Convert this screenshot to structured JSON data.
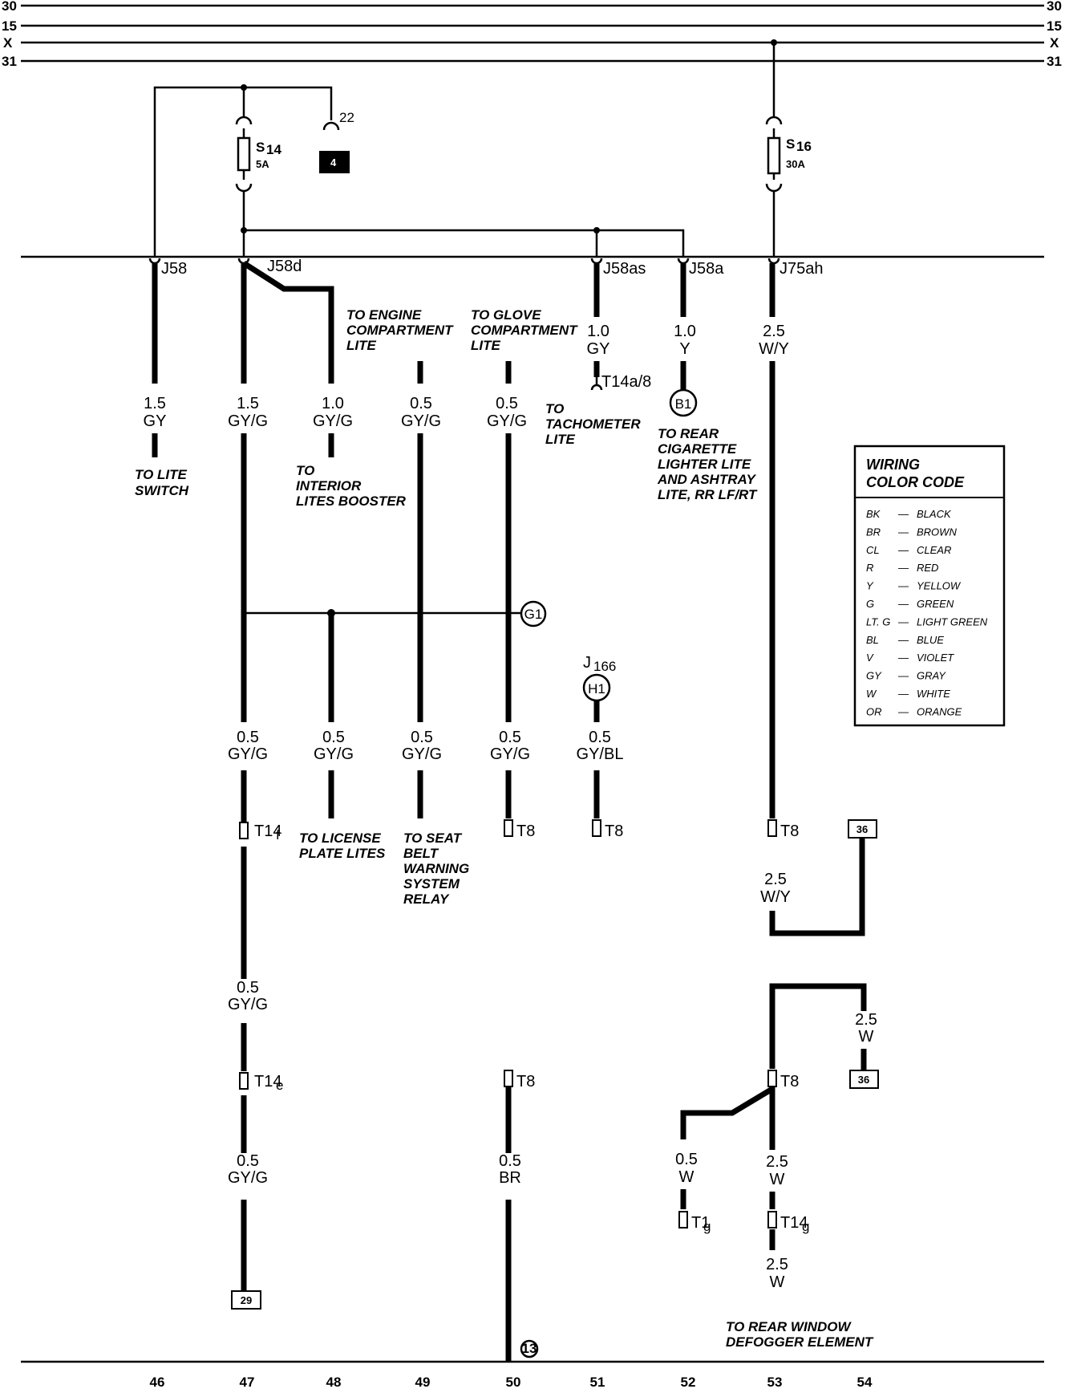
{
  "bus_lines": [
    {
      "label": "30"
    },
    {
      "label": "15"
    },
    {
      "label": "X"
    },
    {
      "label": "31"
    }
  ],
  "fuses": [
    {
      "name": "S",
      "sub": "14",
      "rating": "5A"
    },
    {
      "name": "S",
      "sub": "16",
      "rating": "30A"
    }
  ],
  "ref_boxes": {
    "black_box": "4",
    "terminal_22": "22",
    "box_36_a": "36",
    "box_36_b": "36",
    "box_29": "29"
  },
  "connectors": {
    "j58": "J58",
    "j58d": "J58d",
    "j58as": "J58as",
    "j58a": "J58a",
    "j75ah": "J75ah",
    "t14a8": "T14a/8",
    "t14f": "T14",
    "t14f_sub": "f",
    "t14e": "T14",
    "t14e_sub": "e",
    "t8": "T8",
    "t1g": "T1",
    "t1g_sub": "g",
    "t14g": "T14",
    "t14g_sub": "g",
    "j166": "J",
    "j166_sub": "166"
  },
  "circles": {
    "b1": "B1",
    "g1": "G1",
    "h1": "H1",
    "c13": "13"
  },
  "wire_labels": {
    "w46": [
      "1.5",
      "GY"
    ],
    "w47a": [
      "1.5",
      "GY/G"
    ],
    "w48a": [
      "1.0",
      "GY/G"
    ],
    "w49a": [
      "0.5",
      "GY/G"
    ],
    "w50a": [
      "0.5",
      "GY/G"
    ],
    "w51a": [
      "1.0",
      "GY"
    ],
    "w52a": [
      "1.0",
      "Y"
    ],
    "w53a": [
      "2.5",
      "W/Y"
    ],
    "w47b": [
      "0.5",
      "GY/G"
    ],
    "w48b": [
      "0.5",
      "GY/G"
    ],
    "w49b": [
      "0.5",
      "GY/G"
    ],
    "w50b": [
      "0.5",
      "GY/G"
    ],
    "w51b": [
      "0.5",
      "GY/BL"
    ],
    "w53b": [
      "2.5",
      "W/Y"
    ],
    "w47c": [
      "0.5",
      "GY/G"
    ],
    "w54": [
      "2.5",
      "W"
    ],
    "w47d": [
      "0.5",
      "GY/G"
    ],
    "w50c": [
      "0.5",
      "BR"
    ],
    "w52b": [
      "0.5",
      "W"
    ],
    "w53c": [
      "2.5",
      "W"
    ],
    "w53d": [
      "2.5",
      "W"
    ]
  },
  "notes": {
    "lite_switch": [
      "TO LITE",
      "SWITCH"
    ],
    "interior": [
      "TO",
      "INTERIOR",
      "LITES BOOSTER"
    ],
    "engine": [
      "TO ENGINE",
      "COMPARTMENT",
      "LITE"
    ],
    "glove": [
      "TO GLOVE",
      "COMPARTMENT",
      "LITE"
    ],
    "tacho": [
      "TO",
      "TACHOMETER",
      "LITE"
    ],
    "rear_cig": [
      "TO REAR",
      "CIGARETTE",
      "LIGHTER LITE",
      "AND ASHTRAY",
      "LITE, RR LF/RT"
    ],
    "license": [
      "TO LICENSE",
      "PLATE LITES"
    ],
    "seatbelt": [
      "TO SEAT",
      "BELT",
      "WARNING",
      "SYSTEM",
      "RELAY"
    ],
    "defogger": [
      "TO REAR WINDOW",
      "DEFOGGER ELEMENT"
    ]
  },
  "legend": {
    "title": [
      "WIRING",
      "COLOR CODE"
    ],
    "items": [
      {
        "code": "BK",
        "name": "BLACK"
      },
      {
        "code": "BR",
        "name": "BROWN"
      },
      {
        "code": "CL",
        "name": "CLEAR"
      },
      {
        "code": "R",
        "name": "RED"
      },
      {
        "code": "Y",
        "name": "YELLOW"
      },
      {
        "code": "G",
        "name": "GREEN"
      },
      {
        "code": "LT. G",
        "name": "LIGHT GREEN"
      },
      {
        "code": "BL",
        "name": "BLUE"
      },
      {
        "code": "V",
        "name": "VIOLET"
      },
      {
        "code": "GY",
        "name": "GRAY"
      },
      {
        "code": "W",
        "name": "WHITE"
      },
      {
        "code": "OR",
        "name": "ORANGE"
      }
    ]
  },
  "column_numbers": [
    "46",
    "47",
    "48",
    "49",
    "50",
    "51",
    "52",
    "53",
    "54"
  ]
}
